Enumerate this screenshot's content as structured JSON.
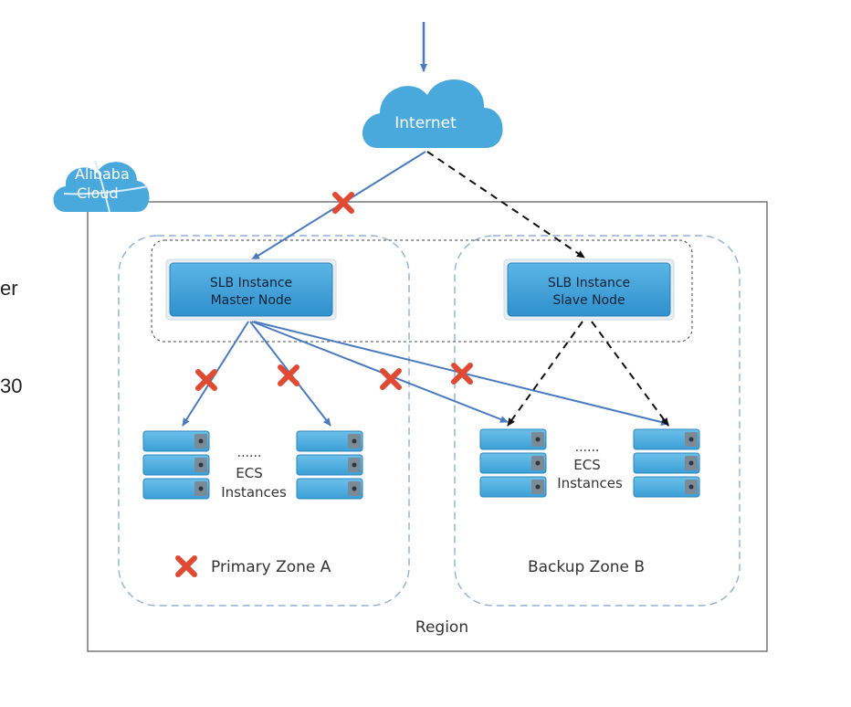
{
  "nodes": {
    "internet": {
      "label": "Internet"
    },
    "alibaba_cloud": {
      "line1": "Alibaba",
      "line2": "Cloud"
    },
    "slb_master": {
      "line1": "SLB Instance",
      "line2": "Master Node"
    },
    "slb_slave": {
      "line1": "SLB Instance",
      "line2": "Slave Node"
    },
    "ecs_a": {
      "ellipsis": "......",
      "line1": "ECS",
      "line2": "Instances"
    },
    "ecs_b": {
      "ellipsis": "......",
      "line1": "ECS",
      "line2": "Instances"
    }
  },
  "zones": {
    "primary": {
      "label": "Primary Zone A"
    },
    "backup": {
      "label": "Backup Zone B"
    }
  },
  "region": {
    "label": "Region"
  },
  "edge_text": {
    "fragment1": "er",
    "fragment2": "30"
  },
  "colors": {
    "cloud": "#4aa9dc",
    "slb_box": "#3a9fd6",
    "arrow_solid": "#4a7bbf",
    "arrow_dashed": "#111111",
    "failure_mark": "#e04a33",
    "zone_border": "#8fb0d8"
  }
}
